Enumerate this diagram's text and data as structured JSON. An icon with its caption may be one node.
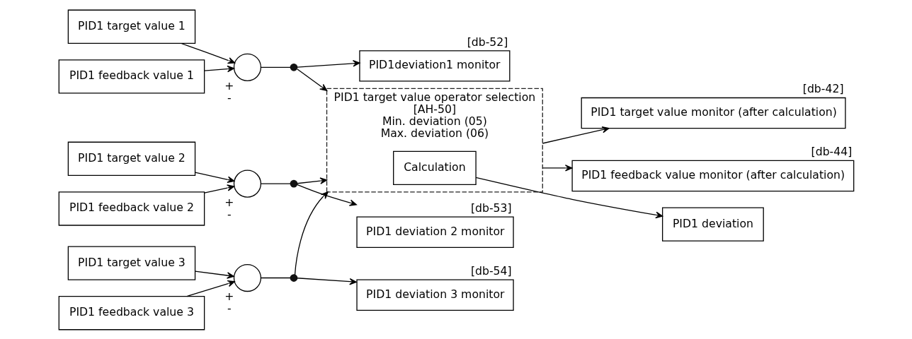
{
  "diagram": {
    "nodes": [
      {
        "text": [
          "PID1 target value 1"
        ]
      },
      {
        "text": [
          "PID1 feedback value 1"
        ]
      },
      {
        "text": [],
        "shape": "circle",
        "beside": [
          "+",
          "-"
        ]
      },
      {
        "text": [],
        "shape": "dot"
      },
      {
        "text": [
          "PID1deviation1 monitor"
        ],
        "beside": [
          "[db-52]"
        ]
      },
      {
        "text": [
          "PID1 target value 2"
        ]
      },
      {
        "text": [
          "PID1 feedback value 2"
        ]
      },
      {
        "text": [],
        "shape": "circle",
        "beside": [
          "+",
          "-"
        ]
      },
      {
        "text": [],
        "shape": "dot"
      },
      {
        "text": [
          "PID1 deviation 2 monitor"
        ],
        "beside": [
          "[db-53]"
        ]
      },
      {
        "text": [
          "PID1 target value 3"
        ]
      },
      {
        "text": [
          "PID1 feedback value 3"
        ]
      },
      {
        "text": [],
        "shape": "circle",
        "beside": [
          "+",
          "-"
        ]
      },
      {
        "text": [],
        "shape": "dot"
      },
      {
        "text": [
          "PID1 deviation 3 monitor"
        ],
        "beside": [
          "[db-54]"
        ]
      },
      {
        "text": [
          "PID1 target value operator selection",
          "[AH-50]",
          "Min. deviation (05)",
          "Max. deviation (06)"
        ]
      },
      {
        "text": [
          "Calculation"
        ],
        "in": 15
      },
      {
        "text": [
          "PID1 target value monitor (after calculation)"
        ],
        "beside": [
          "[db-42]"
        ]
      },
      {
        "text": [
          "PID1 feedback value monitor (after calculation)"
        ],
        "beside": [
          "[db-44]"
        ]
      },
      {
        "text": [
          "PID1 deviation"
        ]
      }
    ],
    "edges": [
      {
        "from": 0,
        "to": 2,
        "arrow": "to"
      },
      {
        "from": 1,
        "to": 2,
        "arrow": "to"
      },
      {
        "from": 2,
        "to": 3,
        "arrow": "none"
      },
      {
        "from": 3,
        "to": 4,
        "arrow": "to"
      },
      {
        "from": 3,
        "to": 15,
        "arrow": "to"
      },
      {
        "from": 5,
        "to": 7,
        "arrow": "to"
      },
      {
        "from": 6,
        "to": 7,
        "arrow": "to"
      },
      {
        "from": 7,
        "to": 8,
        "arrow": "none"
      },
      {
        "from": 8,
        "to": 9,
        "arrow": "to"
      },
      {
        "from": 8,
        "to": 15,
        "arrow": "to"
      },
      {
        "from": 10,
        "to": 12,
        "arrow": "to"
      },
      {
        "from": 11,
        "to": 12,
        "arrow": "to"
      },
      {
        "from": 12,
        "to": 13,
        "arrow": "none"
      },
      {
        "from": 13,
        "to": 14,
        "arrow": "to"
      },
      {
        "from": 13,
        "to": 15,
        "arrow": "to"
      },
      {
        "from": 15,
        "to": 17,
        "arrow": "to"
      },
      {
        "from": 15,
        "to": 18,
        "arrow": "to"
      },
      {
        "from": 16,
        "to": 19,
        "arrow": "to"
      }
    ]
  }
}
